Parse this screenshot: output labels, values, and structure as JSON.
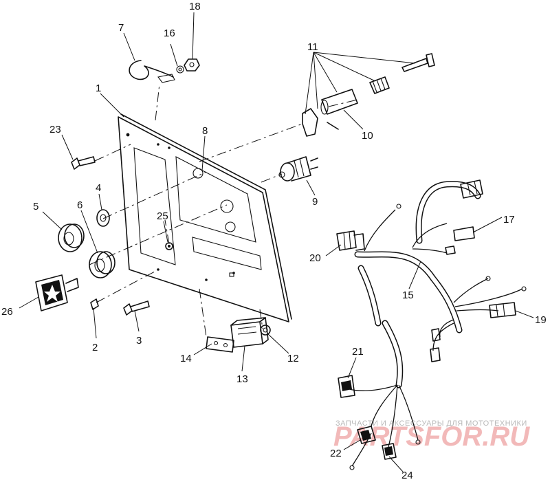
{
  "callouts": [
    {
      "label": "1"
    },
    {
      "label": "2"
    },
    {
      "label": "3"
    },
    {
      "label": "4"
    },
    {
      "label": "5"
    },
    {
      "label": "6"
    },
    {
      "label": "7"
    },
    {
      "label": "8"
    },
    {
      "label": "9"
    },
    {
      "label": "10"
    },
    {
      "label": "11"
    },
    {
      "label": "12"
    },
    {
      "label": "13"
    },
    {
      "label": "14"
    },
    {
      "label": "15"
    },
    {
      "label": "16"
    },
    {
      "label": "17"
    },
    {
      "label": "18"
    },
    {
      "label": "19"
    },
    {
      "label": "20"
    },
    {
      "label": "21"
    },
    {
      "label": "22"
    },
    {
      "label": "23"
    },
    {
      "label": "24"
    },
    {
      "label": "25"
    },
    {
      "label": "26"
    }
  ],
  "watermark": {
    "tagline": "ЗАПЧАСТИ И АКСЕССУАРЫ ДЛЯ МОТОТЕХНИКИ",
    "brand": "PARTSFOR.RU"
  }
}
